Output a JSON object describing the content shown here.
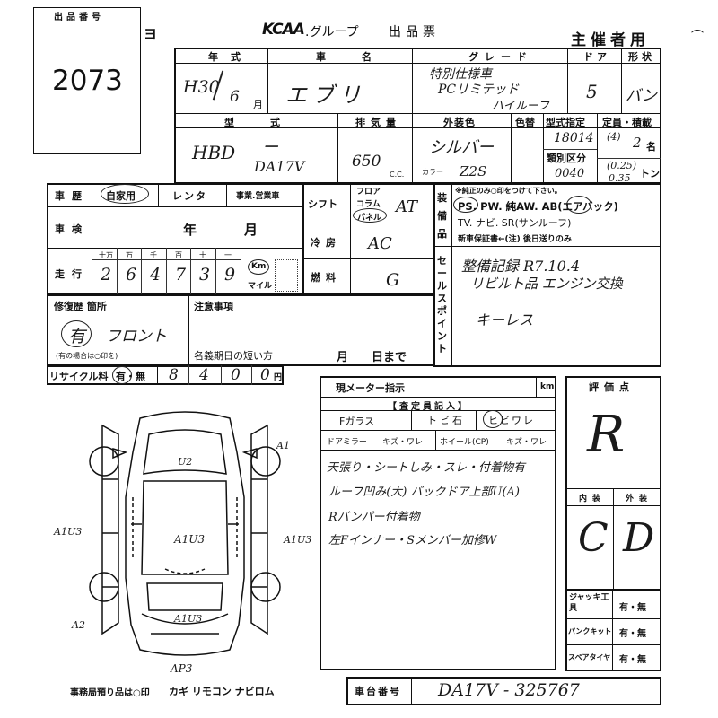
{
  "header": {
    "lot_label": "出品番号",
    "lot_number": "2073",
    "brand": "KCAA",
    "group": ".グループ",
    "sheet": "出品票",
    "for_organizer": "主催者用",
    "fragment": "ヨ"
  },
  "vehicle": {
    "year_label": "年式",
    "year": "H30",
    "month": "6",
    "month_unit": "月",
    "name_label": "車名",
    "name": "エブリ",
    "grade_label": "グレード",
    "grade_line1": "特別仕様車",
    "grade_line2": "PCリミテッド",
    "grade_line3": "ハイルーフ",
    "doors_label": "ドア",
    "doors": "5",
    "shape_label": "形状",
    "shape": "バン",
    "model_label": "型式",
    "model_prefix": "HBD",
    "model_dash": "ー",
    "model": "DA17V",
    "displacement_label": "排気量",
    "displacement": "650",
    "displacement_unit": "C.C.",
    "color_label": "外装色",
    "color": "シルバー",
    "color_code_label": "カラー",
    "color_code": "Z2S",
    "color_change_label": "色替",
    "model_designation_label": "型式指定",
    "model_designation": "18014",
    "category_label": "類別区分",
    "category": "0040",
    "capacity_label": "定員・積載",
    "capacity_prefix": "(4)",
    "capacity": "2",
    "capacity_unit": "名",
    "load_1": "(0.25)",
    "load_2": "0.35",
    "load_unit": "トン"
  },
  "history": {
    "history_label": "車歴",
    "options": [
      "自家用",
      "レンタ",
      "事業.営業車"
    ],
    "inspection_label": "車検",
    "inspection_year": "年",
    "inspection_month": "月",
    "mileage_label": "走行",
    "digit_units": [
      "十万",
      "万",
      "千",
      "百",
      "十",
      "一"
    ],
    "mileage_digits": [
      "2",
      "6",
      "4",
      "7",
      "3",
      "9"
    ],
    "km_label": "Km",
    "mile_label": "マイル"
  },
  "shift": {
    "shift_label": "シフト",
    "floor_label": "フロア",
    "column_label": "コラム",
    "panel_label": "パネル",
    "shift_value": "AT",
    "ac_label": "冷房",
    "ac_value": "AC",
    "fuel_label": "燃料",
    "fuel_value": "G"
  },
  "equipment": {
    "label_chars": [
      "装",
      "備",
      "品"
    ],
    "note": "※純正のみ○印をつけて下さい。",
    "line1": "PS. PW. 純AW. AB(エアバック)",
    "line2": "TV. ナビ. SR(サンルーフ)",
    "warranty": "新車保証書←(注) 後日送りのみ"
  },
  "sales_point": {
    "label": "セールスポイント",
    "line1": "整備記録 R7.10.4",
    "line2": "リビルト品 エンジン交換",
    "line3": "キーレス"
  },
  "repair": {
    "label": "修復歴 箇所",
    "value": "有",
    "location": "フロント",
    "note": "(有の場合は○印を)"
  },
  "caution": {
    "label": "注意事項",
    "expiry_label": "名義期日の短い方",
    "month": "月",
    "day": "日まで"
  },
  "recycle": {
    "label": "リサイクル料",
    "options": "有・無",
    "digits": [
      "8",
      "4",
      "0",
      "0"
    ],
    "yen": "円"
  },
  "meter": {
    "label": "現メーター指示",
    "km": "km",
    "inspector_label": "【査定員記入】",
    "row1": [
      "Fガラス",
      "トビ石",
      "ヒビワレ"
    ],
    "row2": [
      "ドアミラー",
      "キズ・ワレ",
      "ホイール(CP)",
      "キズ・ワレ"
    ],
    "notes": [
      "天張り・シートしみ・スレ・付着物有",
      "ルーフ凹み(大)  バックドア上部U(A)",
      "Rバンパー付着物",
      "左Fインナー・Sメンバー加修W"
    ]
  },
  "evaluation": {
    "label": "評価点",
    "score": "R",
    "interior_label": "内装",
    "exterior_label": "外装",
    "interior": "C",
    "exterior": "D"
  },
  "tools": {
    "jack_label": "ジャッキ工具",
    "jack_value": "有・無",
    "puncture_label": "パンクキット",
    "puncture_value": "有・無",
    "spare_label": "スペアタイヤ",
    "spare_value": "有・無"
  },
  "diagram_marks": {
    "a1": "A1",
    "u2": "U2",
    "a1u3": "A1U3",
    "a1u3_center": "A1U3",
    "a1u3_right": "A1U3",
    "a1u3_rear": "A1U3",
    "a2": "A2",
    "ap3": "AP3"
  },
  "office": {
    "note": "事務局預り品は○印",
    "items": "カギ リモコン ナビロム"
  },
  "chassis": {
    "label": "車台番号",
    "value": "DA17V - 325767"
  }
}
